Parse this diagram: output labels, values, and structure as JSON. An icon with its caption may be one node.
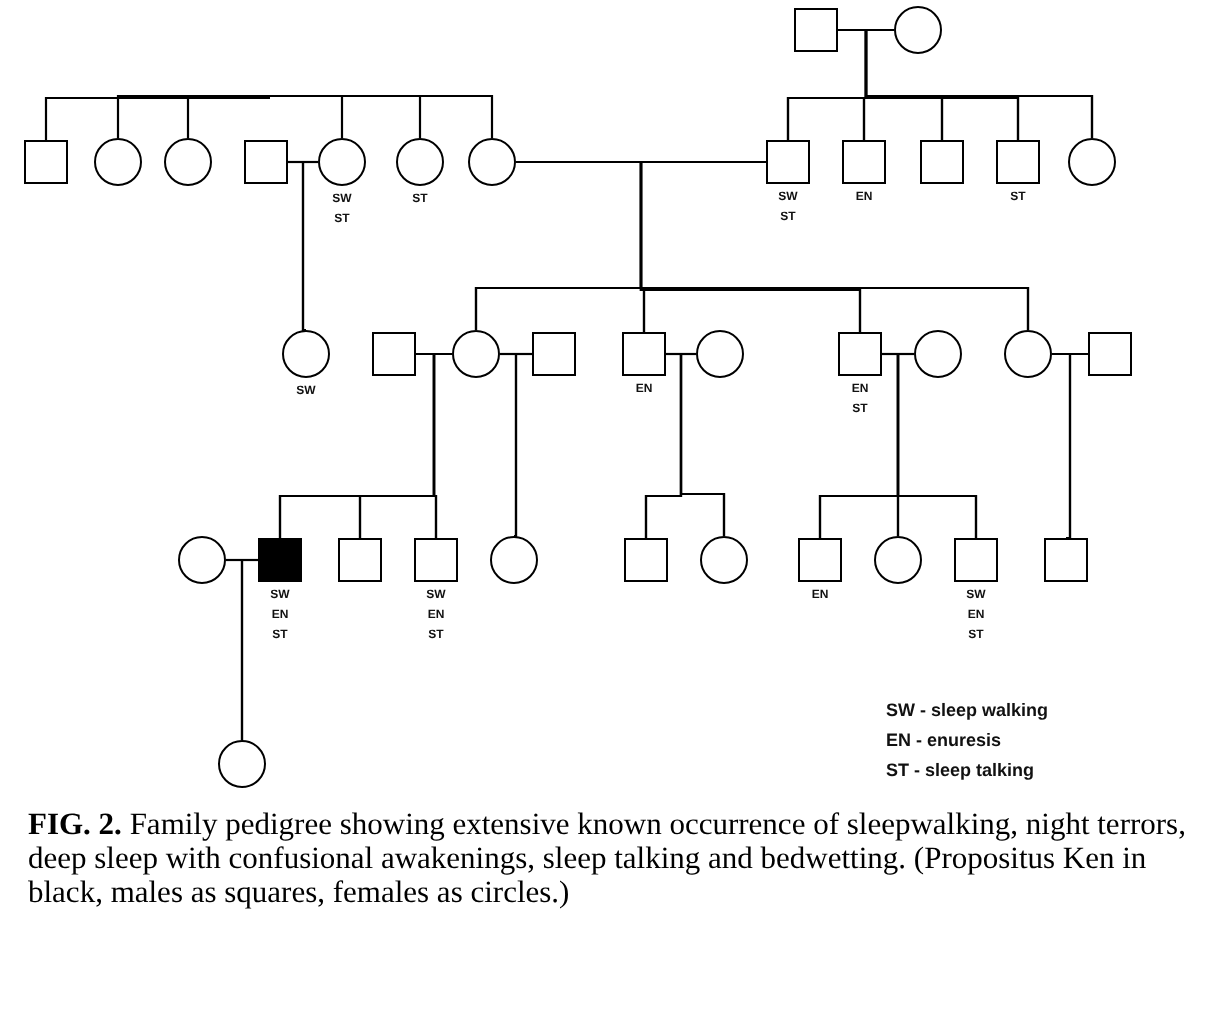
{
  "diagram": {
    "caption": "**FIG. 2.** Family pedigree showing extensive known occurrence of sleepwalking, night terrors, deep sleep with confusional awakenings, sleep talking and bedwetting. (Propositus Ken in black, males as squares, females as circles.)",
    "nodes": [
      {
        "text": [],
        "shape": "box"
      },
      {
        "text": [],
        "shape": "circle"
      },
      {
        "text": [],
        "shape": "box"
      },
      {
        "text": [],
        "shape": "circle"
      },
      {
        "text": [],
        "shape": "circle"
      },
      {
        "text": [],
        "shape": "box"
      },
      {
        "text": [],
        "shape": "circle",
        "beside": [
          "SW",
          "ST"
        ]
      },
      {
        "text": [],
        "shape": "circle",
        "beside": [
          "ST"
        ]
      },
      {
        "text": [],
        "shape": "circle"
      },
      {
        "text": [],
        "shape": "box",
        "beside": [
          "SW",
          "ST"
        ]
      },
      {
        "text": [],
        "shape": "box",
        "beside": [
          "EN"
        ]
      },
      {
        "text": [],
        "shape": "box"
      },
      {
        "text": [],
        "shape": "box",
        "beside": [
          "ST"
        ]
      },
      {
        "text": [],
        "shape": "circle"
      },
      {
        "text": [],
        "shape": "circle",
        "beside": [
          "SW"
        ]
      },
      {
        "text": [],
        "shape": "box"
      },
      {
        "text": [],
        "shape": "circle"
      },
      {
        "text": [],
        "shape": "box"
      },
      {
        "text": [],
        "shape": "box",
        "beside": [
          "EN"
        ]
      },
      {
        "text": [],
        "shape": "circle"
      },
      {
        "text": [],
        "shape": "box",
        "beside": [
          "EN",
          "ST"
        ]
      },
      {
        "text": [],
        "shape": "circle"
      },
      {
        "text": [],
        "shape": "circle"
      },
      {
        "text": [],
        "shape": "box"
      },
      {
        "text": [],
        "shape": "circle"
      },
      {
        "text": [],
        "shape": "box",
        "beside": [
          "SW",
          "EN",
          "ST"
        ]
      },
      {
        "text": [],
        "shape": "box"
      },
      {
        "text": [],
        "shape": "box",
        "beside": [
          "SW",
          "EN",
          "ST"
        ]
      },
      {
        "text": [],
        "shape": "circle"
      },
      {
        "text": [],
        "shape": "box"
      },
      {
        "text": [],
        "shape": "circle"
      },
      {
        "text": [],
        "shape": "box",
        "beside": [
          "EN"
        ]
      },
      {
        "text": [],
        "shape": "circle"
      },
      {
        "text": [],
        "shape": "box",
        "beside": [
          "SW",
          "EN",
          "ST"
        ]
      },
      {
        "text": [],
        "shape": "box"
      },
      {
        "text": [],
        "shape": "circle"
      }
    ],
    "edges": [
      {
        "from": 0,
        "to": 1,
        "arrow": "none"
      },
      {
        "from": null,
        "to": 2,
        "arrow": "none"
      },
      {
        "from": null,
        "to": 3,
        "arrow": "none"
      },
      {
        "from": null,
        "to": 4,
        "arrow": "none"
      },
      {
        "from": null,
        "to": 6,
        "arrow": "none"
      },
      {
        "from": null,
        "to": 7,
        "arrow": "none"
      },
      {
        "from": null,
        "to": 8,
        "arrow": "none"
      },
      {
        "from": 5,
        "to": 6,
        "arrow": "none"
      },
      {
        "from": 8,
        "to": 9,
        "arrow": "none"
      },
      {
        "from": 0,
        "to": 9,
        "arrow": "none"
      },
      {
        "from": 1,
        "to": 9,
        "arrow": "none"
      },
      {
        "from": 0,
        "to": 10,
        "arrow": "none"
      },
      {
        "from": 1,
        "to": 10,
        "arrow": "none"
      },
      {
        "from": 0,
        "to": 11,
        "arrow": "none"
      },
      {
        "from": 1,
        "to": 11,
        "arrow": "none"
      },
      {
        "from": 0,
        "to": 12,
        "arrow": "none"
      },
      {
        "from": 1,
        "to": 12,
        "arrow": "none"
      },
      {
        "from": 0,
        "to": 13,
        "arrow": "none"
      },
      {
        "from": 1,
        "to": 13,
        "arrow": "none"
      },
      {
        "from": 5,
        "to": 14,
        "arrow": "none"
      },
      {
        "from": 6,
        "to": 14,
        "arrow": "none"
      },
      {
        "from": 15,
        "to": 16,
        "arrow": "none"
      },
      {
        "from": 16,
        "to": 17,
        "arrow": "none"
      },
      {
        "from": 18,
        "to": 19,
        "arrow": "none"
      },
      {
        "from": 20,
        "to": 21,
        "arrow": "none"
      },
      {
        "from": 22,
        "to": 23,
        "arrow": "none"
      },
      {
        "from": 8,
        "to": 16,
        "arrow": "none"
      },
      {
        "from": 9,
        "to": 16,
        "arrow": "none"
      },
      {
        "from": 8,
        "to": 18,
        "arrow": "none"
      },
      {
        "from": 9,
        "to": 18,
        "arrow": "none"
      },
      {
        "from": 8,
        "to": 20,
        "arrow": "none"
      },
      {
        "from": 9,
        "to": 20,
        "arrow": "none"
      },
      {
        "from": 8,
        "to": 22,
        "arrow": "none"
      },
      {
        "from": 9,
        "to": 22,
        "arrow": "none"
      },
      {
        "from": 24,
        "to": 25,
        "arrow": "none"
      },
      {
        "from": 15,
        "to": 25,
        "arrow": "none"
      },
      {
        "from": 16,
        "to": 25,
        "arrow": "none"
      },
      {
        "from": 15,
        "to": 26,
        "arrow": "none"
      },
      {
        "from": 16,
        "to": 26,
        "arrow": "none"
      },
      {
        "from": 15,
        "to": 27,
        "arrow": "none"
      },
      {
        "from": 16,
        "to": 27,
        "arrow": "none"
      },
      {
        "from": 16,
        "to": 28,
        "arrow": "none"
      },
      {
        "from": 17,
        "to": 28,
        "arrow": "none"
      },
      {
        "from": 18,
        "to": 29,
        "arrow": "none"
      },
      {
        "from": 19,
        "to": 29,
        "arrow": "none"
      },
      {
        "from": 18,
        "to": 30,
        "arrow": "none"
      },
      {
        "from": 19,
        "to": 30,
        "arrow": "none"
      },
      {
        "from": 20,
        "to": 31,
        "arrow": "none"
      },
      {
        "from": 21,
        "to": 31,
        "arrow": "none"
      },
      {
        "from": 20,
        "to": 32,
        "arrow": "none"
      },
      {
        "from": 21,
        "to": 32,
        "arrow": "none"
      },
      {
        "from": 20,
        "to": 33,
        "arrow": "none"
      },
      {
        "from": 21,
        "to": 33,
        "arrow": "none"
      },
      {
        "from": 22,
        "to": 34,
        "arrow": "none"
      },
      {
        "from": 23,
        "to": 34,
        "arrow": "none"
      },
      {
        "from": 24,
        "to": 35,
        "arrow": "none"
      },
      {
        "from": 25,
        "to": 35,
        "arrow": "none"
      }
    ],
    "labels": [
      "SW - sleep walking",
      "EN - enuresis",
      "ST - sleep talking"
    ]
  }
}
